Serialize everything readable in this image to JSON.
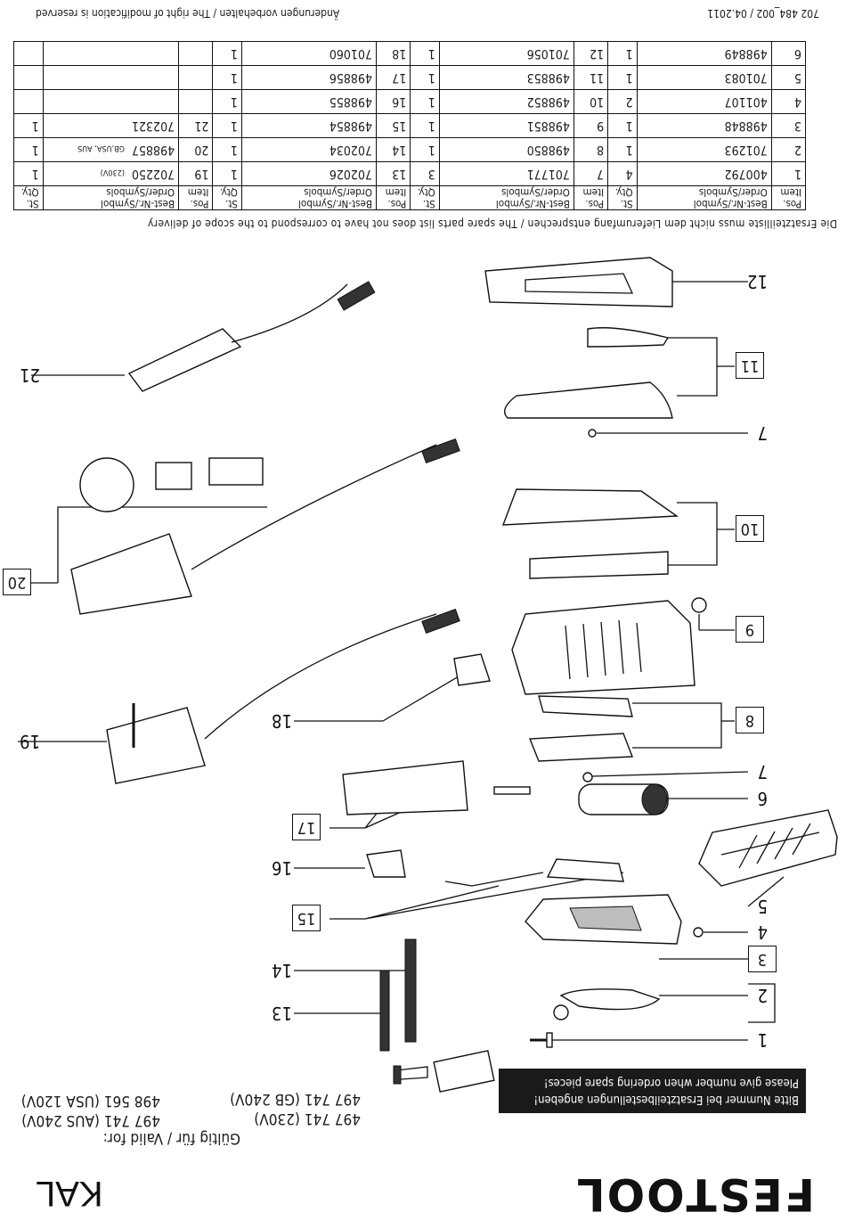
{
  "brand": "FESTOOL",
  "model": "KAL",
  "validity": {
    "title": "Gültig für / Valid for:",
    "lines_left": [
      "497 741 (230V)",
      "497 741 (GB 240V)"
    ],
    "lines_right": [
      "497 741 (AUS 240V)",
      "498 561 (USA 120V)"
    ]
  },
  "order_note": [
    "Bitte Nummer bei Ersatzteilbestellungen angeben!",
    "Please give number when ordering spare pieces!"
  ],
  "disclaimer": "Die Ersatzteilliste muss nicht dem Lieferumfang entsprechen / The spare parts list does not have to correspond to the scope of delivery",
  "footer": {
    "doc_number": "702 484_002 / 04.2011",
    "rights": "Änderungen vorbehalten / The right of modification is reserved"
  },
  "table": {
    "headers": {
      "pos": "Pos. Item",
      "order": "Best-Nr./Symbol Order/Symbols",
      "qty": "St. Qty."
    },
    "rows": [
      [
        {
          "pos": "1",
          "order": "400792",
          "qty": "4"
        },
        {
          "pos": "7",
          "order": "701771",
          "qty": "3"
        },
        {
          "pos": "13",
          "order": "702026",
          "qty": "1"
        },
        {
          "pos": "19",
          "order": "702250",
          "note": "(230V)",
          "qty": "1"
        }
      ],
      [
        {
          "pos": "2",
          "order": "701293",
          "qty": "1"
        },
        {
          "pos": "8",
          "order": "498850",
          "qty": "1"
        },
        {
          "pos": "14",
          "order": "702034",
          "qty": "1"
        },
        {
          "pos": "20",
          "order": "498857",
          "note": "GB,USA, AUS",
          "qty": "1"
        }
      ],
      [
        {
          "pos": "3",
          "order": "498848",
          "qty": "1"
        },
        {
          "pos": "9",
          "order": "498851",
          "qty": "1"
        },
        {
          "pos": "15",
          "order": "498854",
          "qty": "1"
        },
        {
          "pos": "21",
          "order": "702321",
          "qty": "1"
        }
      ],
      [
        {
          "pos": "4",
          "order": "401107",
          "qty": "2"
        },
        {
          "pos": "10",
          "order": "498852",
          "qty": "1"
        },
        {
          "pos": "16",
          "order": "498855",
          "qty": "1"
        },
        {
          "pos": "",
          "order": "",
          "qty": ""
        }
      ],
      [
        {
          "pos": "5",
          "order": "701083",
          "qty": "1"
        },
        {
          "pos": "11",
          "order": "498853",
          "qty": "1"
        },
        {
          "pos": "17",
          "order": "498856",
          "qty": "1"
        },
        {
          "pos": "",
          "order": "",
          "qty": ""
        }
      ],
      [
        {
          "pos": "6",
          "order": "498849",
          "qty": "1"
        },
        {
          "pos": "12",
          "order": "701056",
          "qty": "1"
        },
        {
          "pos": "18",
          "order": "701060",
          "qty": "1"
        },
        {
          "pos": "",
          "order": "",
          "qty": ""
        }
      ]
    ]
  },
  "parts": {
    "p1": "1",
    "p2": "2",
    "p3": "3",
    "p4": "4",
    "p5": "5",
    "p6": "6",
    "p7a": "7",
    "p7b": "7",
    "p8": "8",
    "p9": "9",
    "p10": "10",
    "p11": "11",
    "p12": "12",
    "p13": "13",
    "p14": "14",
    "p15": "15",
    "p16": "16",
    "p17": "17",
    "p18": "18",
    "p19": "19",
    "p20": "20",
    "p21": "21"
  }
}
